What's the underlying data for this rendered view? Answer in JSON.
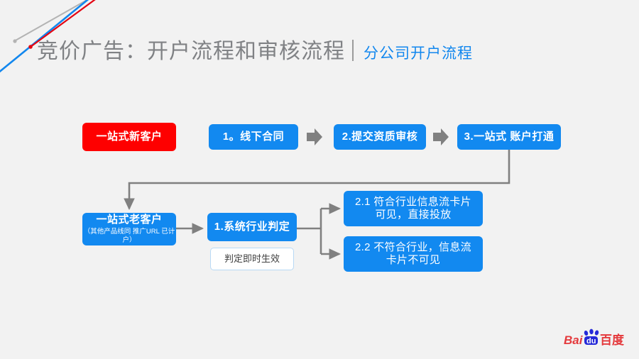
{
  "header": {
    "title": "竞价广告：开户流程和审核流程",
    "divider": "|",
    "subtitle": "分公司开户流程"
  },
  "flow": {
    "nodes": [
      {
        "id": "new-customer",
        "label": "一站式新客户",
        "color": "#fe0000",
        "row": 1
      },
      {
        "id": "offline-contract",
        "label": "1。线下合同",
        "color": "#1289f0",
        "row": 1
      },
      {
        "id": "submit-qualification",
        "label": "2.提交资质审核",
        "color": "#1289f0",
        "row": 1
      },
      {
        "id": "account-connect",
        "label": "3.一站式 账户打通",
        "color": "#1289f0",
        "row": 1
      },
      {
        "id": "old-customer",
        "label": "一站式老客户",
        "sublabel": "（其他产品线同 推广URL 已计户）",
        "color": "#1289f0",
        "row": 2
      },
      {
        "id": "industry-judge",
        "label": "1.系统行业判定",
        "color": "#1289f0",
        "row": 2
      },
      {
        "id": "judge-note",
        "label": "判定即时生效",
        "color": "#ffffff",
        "row": 2
      },
      {
        "id": "match-industry",
        "label": "2.1 符合行业信息流卡片可见，直接投放",
        "color": "#1289f0",
        "row": 2
      },
      {
        "id": "nomatch-industry",
        "label": "2.2 不符合行业，信息流卡片不可见",
        "color": "#1289f0",
        "row": 2
      }
    ],
    "connector_color": "#808080",
    "step_arrow_color": "#808080"
  },
  "logo": {
    "name": "baidu-logo",
    "text_left": "Bai",
    "text_paw": "du",
    "text_right": "百度",
    "color_red": "#e4393c",
    "color_blue": "#2529d8"
  },
  "decoration": {
    "line_gray": "#b3b3b3",
    "line_blue": "#1287ee",
    "line_red": "#e30613"
  },
  "background": "#f2f2f2"
}
